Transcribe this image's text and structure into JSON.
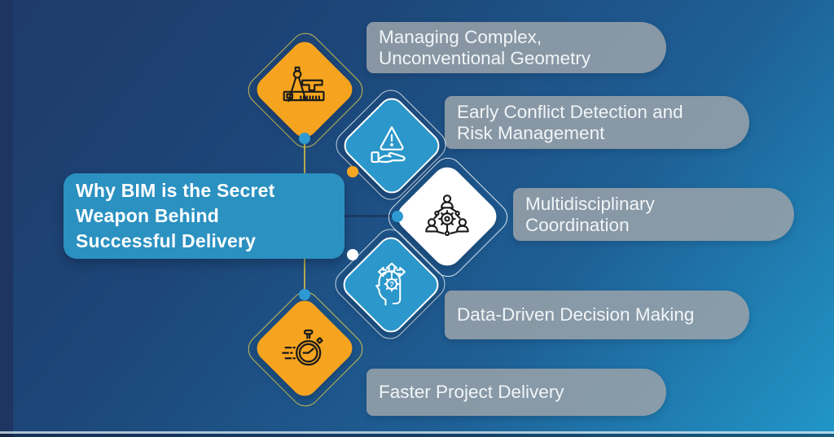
{
  "title_card": {
    "text": "Why BIM is the Secret\nWeapon Behind\nSuccessful Delivery"
  },
  "items": [
    {
      "id": "geometry",
      "label": "Managing Complex,\nUnconventional Geometry",
      "icon": "drafting-compass-icon",
      "shape_color": "#F6A41F"
    },
    {
      "id": "conflict",
      "label": "Early Conflict Detection and\nRisk Management",
      "icon": "hand-warning-icon",
      "shape_color": "#2B97CB"
    },
    {
      "id": "coordination",
      "label": "Multidisciplinary\nCoordination",
      "icon": "team-gear-icon",
      "shape_color": "#FFFFFF"
    },
    {
      "id": "data",
      "label": "Data-Driven Decision Making",
      "icon": "decision-head-icon",
      "shape_color": "#2B97CB"
    },
    {
      "id": "speed",
      "label": "Faster Project Delivery",
      "icon": "stopwatch-icon",
      "shape_color": "#F6A41F"
    }
  ],
  "colors": {
    "background_top_left": "#1E3A6A",
    "background_bottom_right": "#2196C8",
    "left_strip": "#1D3560",
    "title_card_bg": "#2B91C1",
    "label_pill_bg": "#97A1A9",
    "orange_shape": "#F6A41F",
    "blue_shape": "#2B97CB",
    "white_shape": "#FFFFFF",
    "connector_vertical": "#B3A94E",
    "connector_horizontal": "#1C3A66",
    "dot_blue": "#2E9AD2",
    "dot_orange": "#F5A623",
    "dot_white": "#FFFFFF",
    "text_white": "#FFFFFF"
  }
}
